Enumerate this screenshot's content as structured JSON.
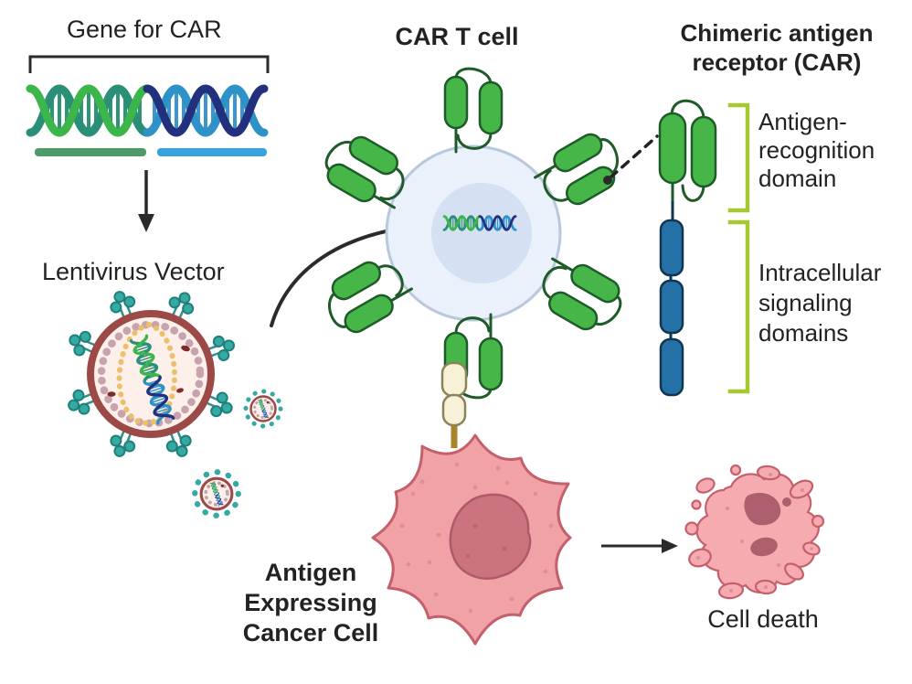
{
  "diagram": {
    "gene": {
      "title": "Gene for CAR"
    },
    "lentivirus": {
      "label": "Lentivirus Vector"
    },
    "car_t_cell": {
      "title": "CAR T cell"
    },
    "chimeric_antigen_receptor": {
      "title": "Chimeric antigen receptor (CAR)",
      "antigen_recognition_label": "Antigen-recognition domain",
      "intracellular_signaling_label": "Intracellular signaling domains"
    },
    "cancer_cell": {
      "label": "Antigen Expressing Cancer Cell"
    },
    "cell_death": {
      "label": "Cell death"
    }
  },
  "colors": {
    "receptor_green": "#47b649",
    "receptor_outline": "#1e5b29",
    "signaling_blue": "#2471a8",
    "signaling_outline": "#11364f",
    "bracket_green": "#a6c832",
    "t_cell_fill": "#eaf1fb",
    "t_cell_border": "#b9c8dc",
    "t_cell_nucleus": "#d5e0f2",
    "cancer_cell_pink": "#f1a2a7",
    "cancer_cell_outline": "#c4606c",
    "cancer_nucleus": "#cb737e",
    "virus_envelope_maroon": "#9b4a47",
    "virus_fill": "#fdf0ea",
    "virus_bead_ring": "#c7a3ae",
    "virus_inner_dots": "#ecc06b",
    "virus_spike_teal": "#35a9a4",
    "antigen_cream": "#f6f1d7",
    "antigen_stalk_brown": "#a8842d",
    "dna_bright_green": "#3cb54a",
    "dna_teal_green": "#2b8f78",
    "dna_navy": "#22307e",
    "dna_sky_blue": "#2e92c8",
    "gene_bar_green": "#4e9a68",
    "gene_bar_blue": "#36a3da",
    "text_ink": "#242124",
    "arrow_ink": "#2b2b2b"
  }
}
